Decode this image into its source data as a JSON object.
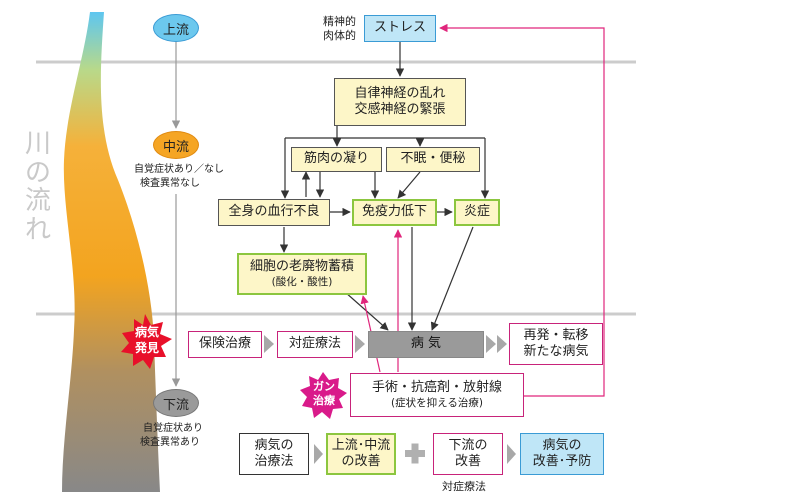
{
  "river": {
    "title": "川の流れ",
    "upstream": "上流",
    "midstream": "中流",
    "midstream_note_1": "自覚症状あり／なし",
    "midstream_note_2": "検査異常なし",
    "downstream": "下流",
    "downstream_note_1": "自覚症状あり",
    "downstream_note_2": "検査異常あり"
  },
  "badges": {
    "onset_line1": "病気",
    "onset_line2": "発見",
    "cancer_line1": "ガン",
    "cancer_line2": "治療"
  },
  "nodes": {
    "stress_prefix_1": "精神的",
    "stress_prefix_2": "肉体的",
    "stress": "ストレス",
    "autonomic_line1": "自律神経の乱れ",
    "autonomic_line2": "交感神経の緊張",
    "muscle": "筋肉の凝り",
    "insomnia": "不眠・便秘",
    "blood": "全身の血行不良",
    "immune": "免疫力低下",
    "inflammation": "炎症",
    "cell_line1": "細胞の老廃物蓄積",
    "cell_line2": "(酸化・酸性)",
    "insurance": "保険治療",
    "symptomatic": "対症療法",
    "disease": "病 気",
    "relapse_line1": "再発・転移",
    "relapse_line2": "新たな病気",
    "surgery_line1": "手術・抗癌剤・放射線",
    "surgery_line2": "(症状を抑える治療)"
  },
  "bottom": {
    "treat_line1": "病気の",
    "treat_line2": "治療法",
    "upmid_line1": "上流･中流",
    "upmid_line2": "の改善",
    "down_line1": "下流の",
    "down_line2": "改善",
    "down_note": "対症療法",
    "result_line1": "病気の",
    "result_line2": "改善･予防"
  },
  "colors": {
    "magenta": "#e0267c",
    "cream": "#fdf6c8",
    "green": "#8cc63f",
    "upstream_oval": "#6cc8ee",
    "midstream_oval": "#f5a524",
    "downstream_oval": "#9a9a9a",
    "badge_red": "#e8102a"
  }
}
